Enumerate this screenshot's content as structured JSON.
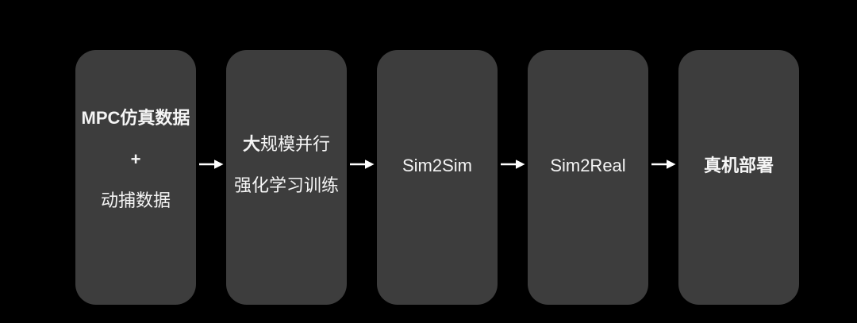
{
  "diagram": {
    "colors": {
      "bg": "#000000",
      "box": "#3d3d3d",
      "text": "#f5f5f5",
      "arrow": "#ffffff"
    },
    "step1": {
      "line1": "MPC仿真数据",
      "line2": "+",
      "line3": "动捕数据"
    },
    "step2": {
      "line1_bold": "大",
      "line1_rest": "规模并行",
      "line2": "强化学习训练"
    },
    "step3": {
      "label": "Sim2Sim"
    },
    "step4": {
      "label": "Sim2Real"
    },
    "step5": {
      "label": "真机部署"
    }
  }
}
